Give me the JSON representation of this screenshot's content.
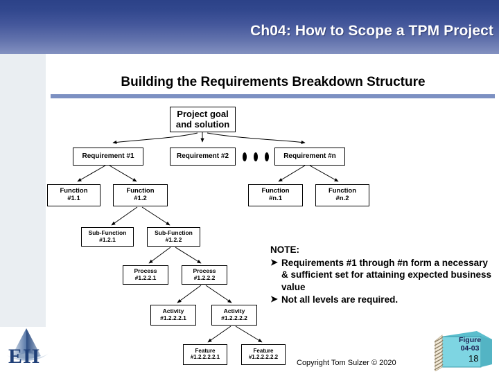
{
  "header": {
    "title": "Ch04: How to Scope a TPM Project"
  },
  "subtitle": "Building the Requirements Breakdown Structure",
  "diagram": {
    "nodes": [
      {
        "id": "root",
        "line1": "Project goal",
        "line2": "and solution"
      },
      {
        "id": "req1",
        "line1": "Requirement #1",
        "line2": ""
      },
      {
        "id": "req2",
        "line1": "Requirement #2",
        "line2": ""
      },
      {
        "id": "reqn",
        "line1": "Requirement #n",
        "line2": ""
      },
      {
        "id": "fn11",
        "line1": "Function",
        "line2": "#1.1"
      },
      {
        "id": "fn12",
        "line1": "Function",
        "line2": "#1.2"
      },
      {
        "id": "fnn1",
        "line1": "Function",
        "line2": "#n.1"
      },
      {
        "id": "fnn2",
        "line1": "Function",
        "line2": "#n.2"
      },
      {
        "id": "sf121",
        "line1": "Sub-Function",
        "line2": "#1.2.1"
      },
      {
        "id": "sf122",
        "line1": "Sub-Function",
        "line2": "#1.2.2"
      },
      {
        "id": "pr1",
        "line1": "Process",
        "line2": "#1.2.2.1"
      },
      {
        "id": "pr2",
        "line1": "Process",
        "line2": "#1.2.2.2"
      },
      {
        "id": "ac1",
        "line1": "Activity",
        "line2": "#1.2.2.2.1"
      },
      {
        "id": "ac2",
        "line1": "Activity",
        "line2": "#1.2.2.2.2"
      },
      {
        "id": "ft1",
        "line1": "Feature",
        "line2": "#1.2.2.2.2.1"
      },
      {
        "id": "ft2",
        "line1": "Feature",
        "line2": "#1.2.2.2.2.2"
      }
    ],
    "ellipsis": "3 dots between Requirement #2 and Requirement #n"
  },
  "note": {
    "heading": "NOTE:",
    "bullet_glyph": "➤",
    "items": [
      "Requirements #1 through #n form a necessary & sufficient set for attaining expected business value",
      "Not all levels are required."
    ]
  },
  "footer": {
    "copyright": "Copyright Tom Sulzer © 2020",
    "logo_text": "EII",
    "figure_line1": "Figure",
    "figure_line2": "04-03",
    "page_number": "18"
  },
  "colors": {
    "header_top": "#2c4288",
    "header_bottom": "#8391c0",
    "rule": "#7c90c2",
    "side_panel": "#eaeef2",
    "notebook": "#6fcddd",
    "logo_blue": "#1f3f77"
  }
}
